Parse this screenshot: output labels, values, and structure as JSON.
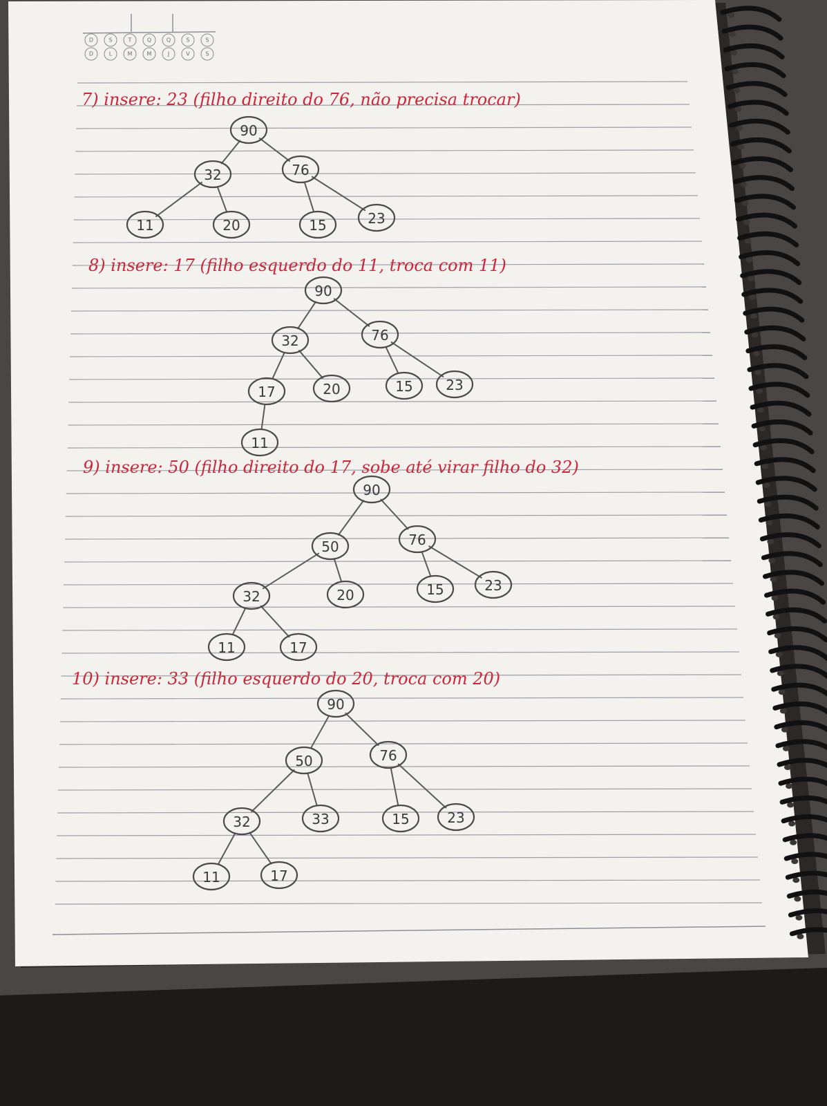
{
  "header": {
    "weekdays_top": [
      "D",
      "S",
      "T",
      "Q",
      "Q",
      "S",
      "S"
    ],
    "weekdays_bottom": [
      "D",
      "L",
      "M",
      "M",
      "J",
      "V",
      "S"
    ]
  },
  "steps": [
    {
      "heading": "7) insere: 23 (filho direito do 76, não precisa trocar)",
      "tree": [
        {
          "value": "90",
          "parent": null
        },
        {
          "value": "32",
          "parent": 0
        },
        {
          "value": "76",
          "parent": 0
        },
        {
          "value": "11",
          "parent": 1
        },
        {
          "value": "20",
          "parent": 1
        },
        {
          "value": "15",
          "parent": 2
        },
        {
          "value": "23",
          "parent": 2
        }
      ]
    },
    {
      "heading": "8) insere: 17 (filho esquerdo do 11, troca com 11)",
      "tree": [
        {
          "value": "90",
          "parent": null
        },
        {
          "value": "32",
          "parent": 0
        },
        {
          "value": "76",
          "parent": 0
        },
        {
          "value": "17",
          "parent": 1
        },
        {
          "value": "20",
          "parent": 1
        },
        {
          "value": "15",
          "parent": 2
        },
        {
          "value": "23",
          "parent": 2
        },
        {
          "value": "11",
          "parent": 3
        }
      ]
    },
    {
      "heading": "9) insere: 50 (filho direito do 17, sobe até virar filho do 32)",
      "tree": [
        {
          "value": "90",
          "parent": null
        },
        {
          "value": "50",
          "parent": 0
        },
        {
          "value": "76",
          "parent": 0
        },
        {
          "value": "32",
          "parent": 1
        },
        {
          "value": "20",
          "parent": 1
        },
        {
          "value": "15",
          "parent": 2
        },
        {
          "value": "23",
          "parent": 2
        },
        {
          "value": "11",
          "parent": 3
        },
        {
          "value": "17",
          "parent": 3
        }
      ]
    },
    {
      "heading": "10) insere: 33 (filho esquerdo do 20, troca com 20)",
      "tree": [
        {
          "value": "90",
          "parent": null
        },
        {
          "value": "50",
          "parent": 0
        },
        {
          "value": "76",
          "parent": 0
        },
        {
          "value": "32",
          "parent": 1
        },
        {
          "value": "33",
          "parent": 1
        },
        {
          "value": "15",
          "parent": 2
        },
        {
          "value": "23",
          "parent": 2
        },
        {
          "value": "11",
          "parent": 3
        },
        {
          "value": "17",
          "parent": 3
        }
      ]
    }
  ]
}
